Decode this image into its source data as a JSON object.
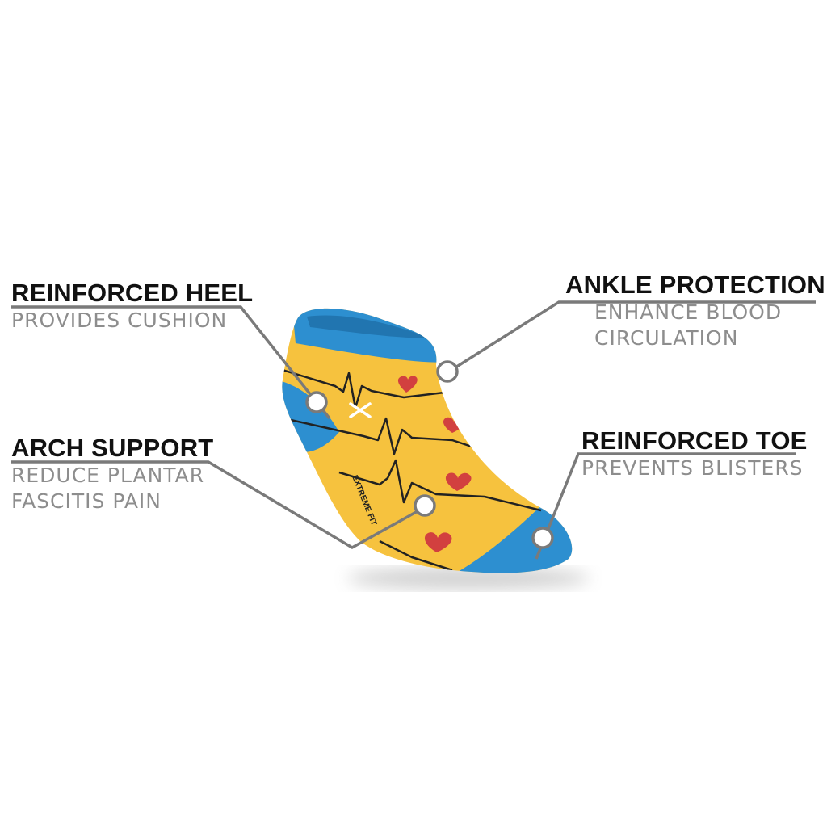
{
  "callouts": {
    "heel": {
      "title": "REINFORCED HEEL",
      "lines": [
        "PROVIDES CUSHION"
      ]
    },
    "arch": {
      "title": "ARCH SUPPORT",
      "lines": [
        "REDUCE PLANTAR",
        "FASCITIS PAIN"
      ]
    },
    "ankle": {
      "title": "ANKLE PROTECTION",
      "lines": [
        "ENHANCE BLOOD",
        "CIRCULATION"
      ]
    },
    "toe": {
      "title": "REINFORCED TOE",
      "lines": [
        "PREVENTS BLISTERS"
      ]
    }
  },
  "sock": {
    "brand_text": "EXTREME FIT",
    "colors": {
      "body": "#f6c23e",
      "cuff": "#2d8fd0",
      "heart": "#d2403f",
      "pulse_line": "#222222",
      "leader_line": "#7a7a7a"
    }
  }
}
